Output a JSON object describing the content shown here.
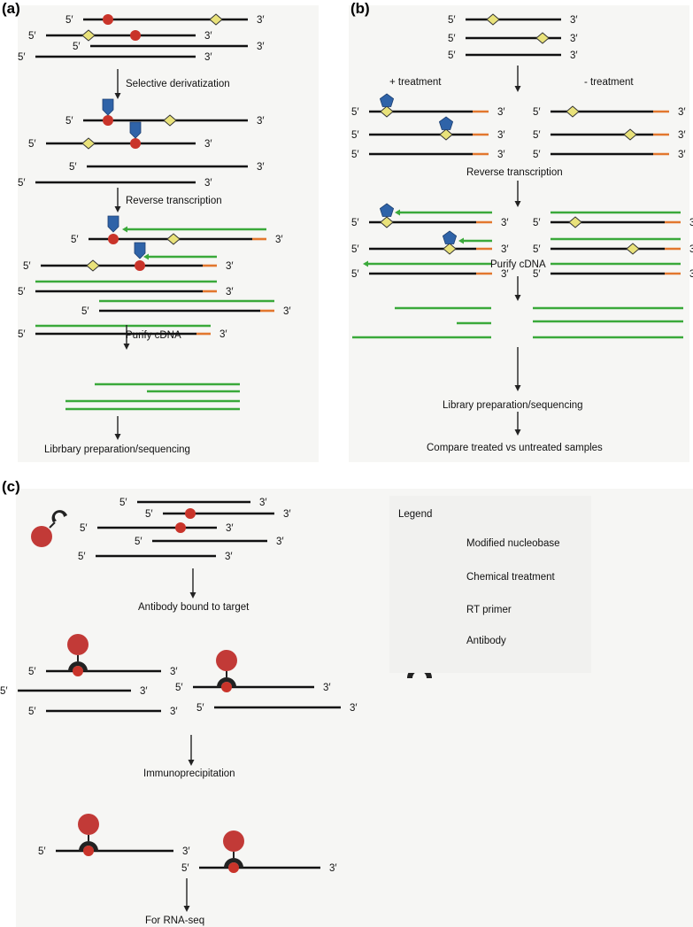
{
  "ends": {
    "five": "5′",
    "three": "3′"
  },
  "colors": {
    "rna": "#111111",
    "cdna": "#3aa93a",
    "primer": "#e2772e",
    "mod_circle": "#c9342a",
    "mod_diamond": "#e9e27a",
    "chem": "#2f63a8",
    "antibody_head": "#c23a37",
    "antibody_base": "#222222"
  },
  "panel_a": {
    "label": "(a)",
    "step1": "Selective derivatization",
    "step2": "Reverse transcription",
    "step3": "Purify cDNA",
    "step4": "Librbary preparation/sequencing"
  },
  "panel_b": {
    "label": "(b)",
    "plus_treatment": "+ treatment",
    "minus_treatment": "- treatment",
    "step1": "Reverse transcription",
    "step2": "Purify cDNA",
    "step3": "Library preparation/sequencing",
    "step4": "Compare treated vs untreated samples"
  },
  "panel_c": {
    "label": "(c)",
    "step1": "Antibody bound to target",
    "step2": "Immunoprecipitation",
    "step3": "For RNA-seq"
  },
  "legend": {
    "title": "Legend",
    "modified_nucleobase": "Modified nucleobase",
    "chemical_treatment": "Chemical treatment",
    "rt_primer": "RT primer",
    "antibody": "Antibody"
  }
}
